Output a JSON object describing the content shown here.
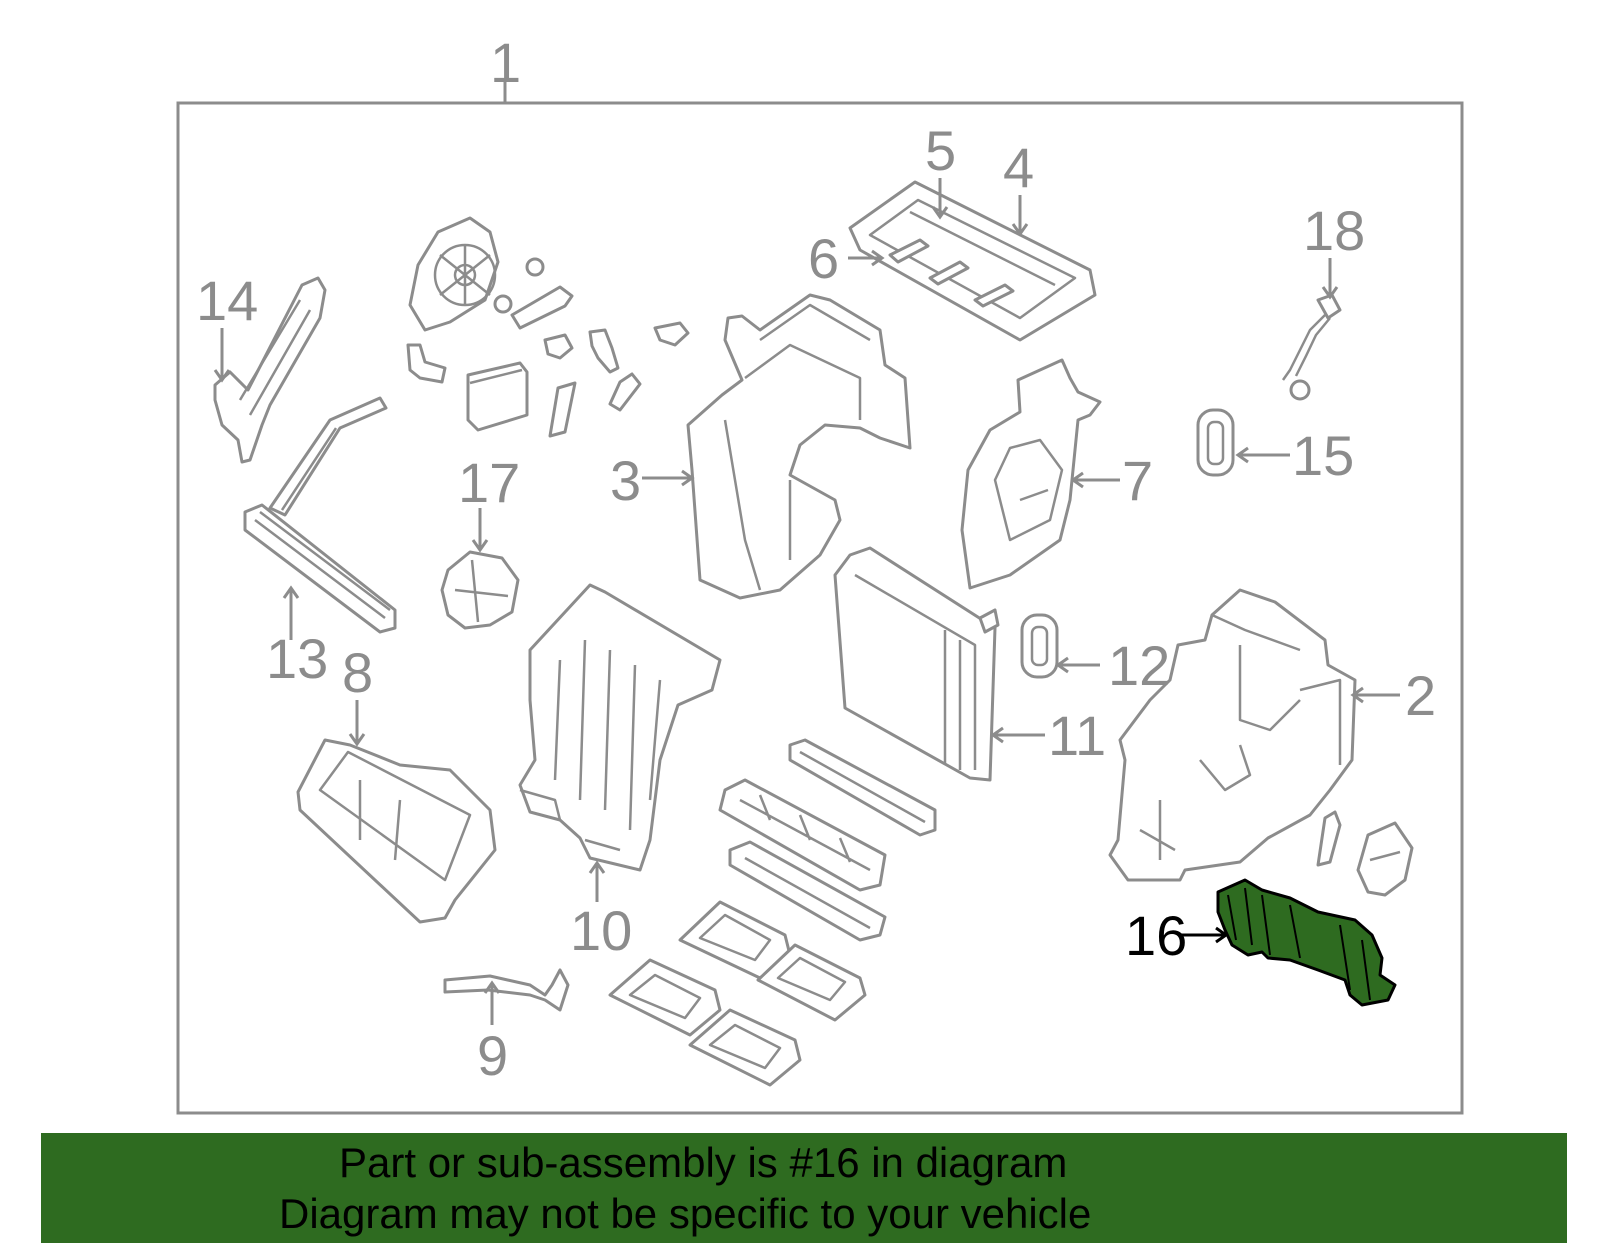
{
  "diagram": {
    "labels": {
      "n1": "1",
      "n2": "2",
      "n3": "3",
      "n4": "4",
      "n5": "5",
      "n6": "6",
      "n7": "7",
      "n8": "8",
      "n9": "9",
      "n10": "10",
      "n11": "11",
      "n12": "12",
      "n13": "13",
      "n14": "14",
      "n15": "15",
      "n16": "16",
      "n17": "17",
      "n18": "18"
    },
    "highlighted_part": "16",
    "colors": {
      "highlight": "#2e6b20",
      "outline": "#8c8c8c",
      "banner": "#2e6b20"
    }
  },
  "banner": {
    "line1": "Part or sub-assembly is #16 in diagram",
    "line2": "Diagram may not be specific to your vehicle"
  }
}
